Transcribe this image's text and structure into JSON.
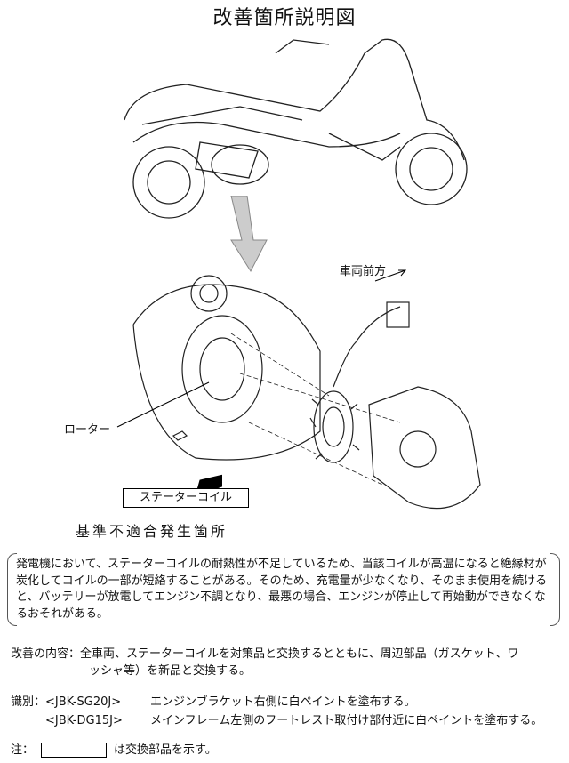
{
  "title": "改善箇所説明図",
  "diagram": {
    "direction_label": "車両前方",
    "rotor_label": "ローター",
    "stator_label": "ステーターコイル",
    "nonconformity_label": "基準不適合発生箇所"
  },
  "description": "発電機において、ステーターコイルの耐熱性が不足しているため、当該コイルが高温になると絶縁材が炭化してコイルの一部が短絡することがある。そのため、充電量が少なくなり、そのまま使用を続けると、バッテリーが放電してエンジン不調となり、最悪の場合、エンジンが停止して再始動ができなくなるおそれがある。",
  "improvement": {
    "label": "改善の内容：",
    "line1": "全車両、ステーターコイルを対策品と交換するとともに、周辺部品（ガスケット、ワ",
    "line2": "ッシャ等）を新品と交換する。"
  },
  "identification": {
    "label": "識別：",
    "items": [
      {
        "model": "<JBK-SG20J>",
        "text": "エンジンブラケット右側に白ペイントを塗布する。"
      },
      {
        "model": "<JBK-DG15J>",
        "text": "メインフレーム左側のフートレスト取付け部付近に白ペイントを塗布する。"
      }
    ]
  },
  "note": {
    "label": "注：",
    "text": "は交換部品を示す。"
  }
}
